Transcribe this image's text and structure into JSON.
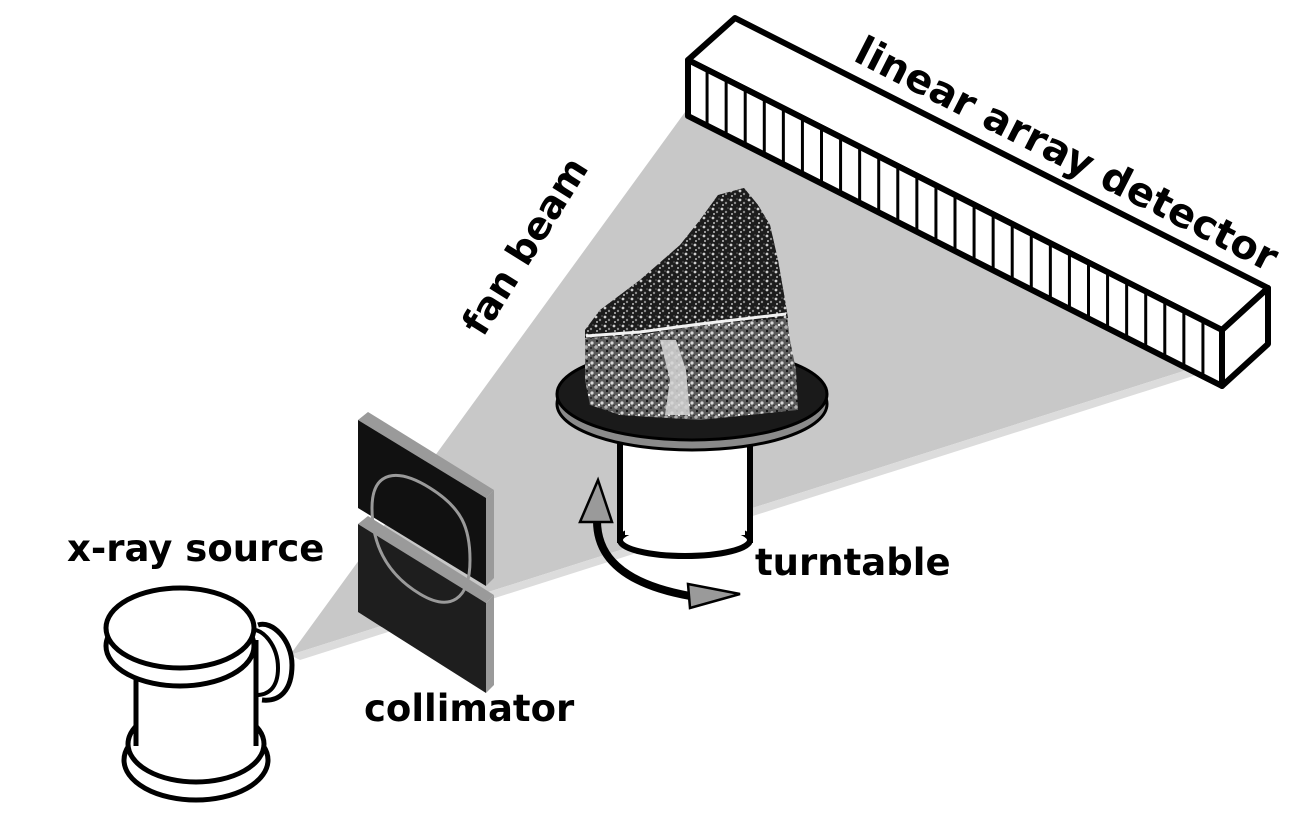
{
  "labels": {
    "detector": "linear array detector",
    "fan_beam": "fan beam",
    "xray_source": "x-ray source",
    "collimator": "collimator",
    "turntable": "turntable"
  },
  "colors": {
    "beam": "#c8c8c8",
    "outline": "#000000",
    "plate": "#1a1a1a",
    "platter_rim": "#8a8a8a",
    "arrow_head": "#9a9a9a",
    "background": "#ffffff"
  },
  "icons": {
    "source": "xray-tube-icon",
    "arrow": "rotation-arrow-icon"
  }
}
